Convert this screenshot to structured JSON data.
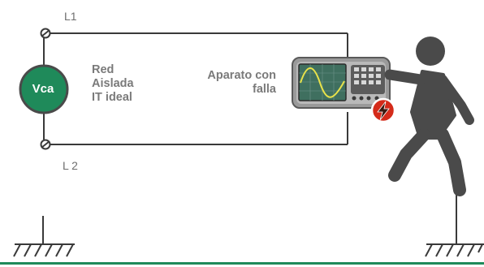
{
  "labels": {
    "l1": "L1",
    "l2": "L 2",
    "source": "Vca",
    "network_line1": "Red",
    "network_line2": "Aislada",
    "network_line3": "IT ideal",
    "device_line1": "Aparato con",
    "device_line2": "falla"
  },
  "colors": {
    "source_fill": "#1f8a5a",
    "wire": "#3a3a3a",
    "label_text": "#7a7a7a",
    "person": "#4a4a4a",
    "device_body": "#9a9a9a",
    "screen": "#3f6f5f",
    "fault_badge": "#d42b1a",
    "bottom_rule": "#1f8a5a"
  },
  "icons": {
    "fault": "lightning-bolt-icon",
    "ground": "ground-symbol-icon",
    "person": "person-silhouette-icon"
  }
}
